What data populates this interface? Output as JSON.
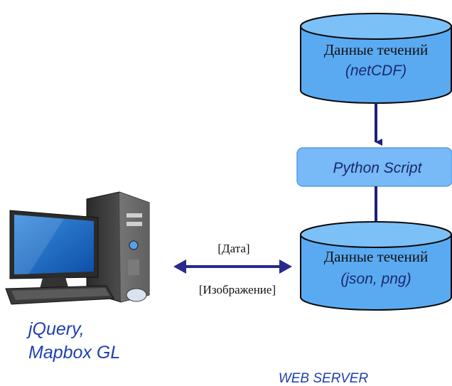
{
  "top_db": {
    "line1": "Данные течений",
    "line2": "(netCDF)"
  },
  "script_box": {
    "label": "Python Script"
  },
  "bottom_db": {
    "line1": "Данные течений",
    "line2": "(json, png)"
  },
  "link": {
    "top_label": "[Дата]",
    "bottom_label": "[Изображение]"
  },
  "client": {
    "line1": "jQuery,",
    "line2": "Mapbox GL"
  },
  "server": {
    "label": "WEB SERVER"
  },
  "colors": {
    "cylinder_fill": "#5aaaf2",
    "cylinder_top": "#7cc0f8",
    "outline": "#0a0a0a",
    "arrow": "#1f1f7a",
    "script_box": "#78b9f7",
    "blue_text": "#1f3fb0"
  }
}
